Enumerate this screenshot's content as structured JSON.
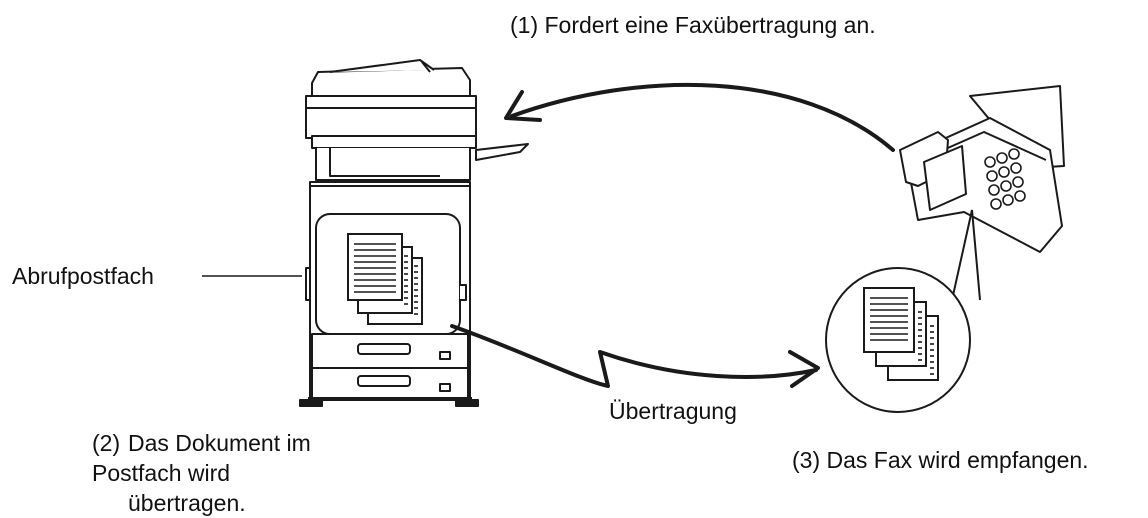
{
  "labels": {
    "request": "(1) Fordert eine Faxübertragung an.",
    "mailbox": "Abrufpostfach",
    "transfer": "Übertragung",
    "step2_num": "(2)",
    "step2_line1": "Das Dokument im Postfach wird",
    "step2_line2": "übertragen.",
    "step3": "(3) Das Fax wird empfangen."
  }
}
